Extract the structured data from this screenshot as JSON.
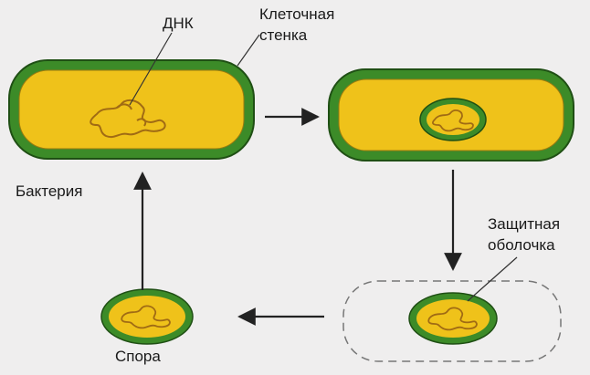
{
  "labels": {
    "dna": "ДНК",
    "cell_wall_line1": "Клеточная",
    "cell_wall_line2": "стенка",
    "bacterium": "Бактерия",
    "protective_coat_line1": "Защитная",
    "protective_coat_line2": "оболочка",
    "spore": "Спора"
  },
  "colors": {
    "background": "#efeeee",
    "cytoplasm": "#efc21a",
    "cell_wall": "#3c8b28",
    "cell_wall_dark": "#1f4f14",
    "dna_stroke": "#a06b14",
    "arrow": "#222222",
    "dashed_outline": "#777777"
  }
}
